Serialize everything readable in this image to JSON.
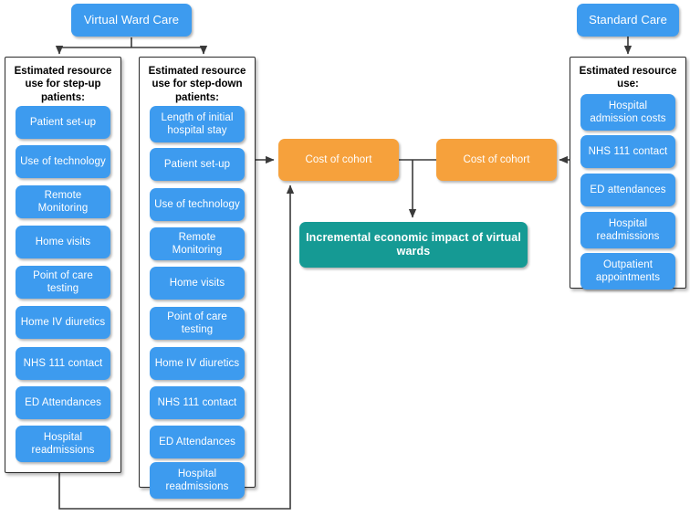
{
  "diagram": {
    "title": "Virtual ward care economic model flow",
    "colors": {
      "blue": "#3d9bef",
      "orange": "#f6a13c",
      "teal": "#159a94",
      "outline": "#2b2b2b",
      "edge": "#3a3a3a",
      "background": "#ffffff"
    }
  },
  "headers": {
    "virtual_ward_care": "Virtual Ward Care",
    "standard_care": "Standard Care"
  },
  "containers": {
    "step_up": {
      "title": "Estimated resource use for step-up patients:",
      "items": [
        "Patient set-up",
        "Use of technology",
        "Remote Monitoring",
        "Home visits",
        "Point of care testing",
        "Home IV diuretics",
        "NHS 111 contact",
        "ED Attendances",
        "Hospital readmissions"
      ]
    },
    "step_down": {
      "title": "Estimated resource use for step-down patients:",
      "items": [
        "Length of initial hospital stay",
        "Patient set-up",
        "Use of technology",
        "Remote Monitoring",
        "Home visits",
        "Point of care testing",
        "Home IV diuretics",
        "NHS 111 contact",
        "ED Attendances",
        "Hospital readmissions"
      ]
    },
    "standard_care": {
      "title": "Estimated resource use:",
      "items": [
        "Hospital admission costs",
        "NHS 111 contact",
        "ED attendances",
        "Hospital readmissions",
        "Outpatient appointments"
      ]
    }
  },
  "outcomes": {
    "cost_of_cohort_left": "Cost of cohort",
    "cost_of_cohort_right": "Cost of cohort",
    "incremental_impact": "Incremental economic impact of virtual wards"
  }
}
